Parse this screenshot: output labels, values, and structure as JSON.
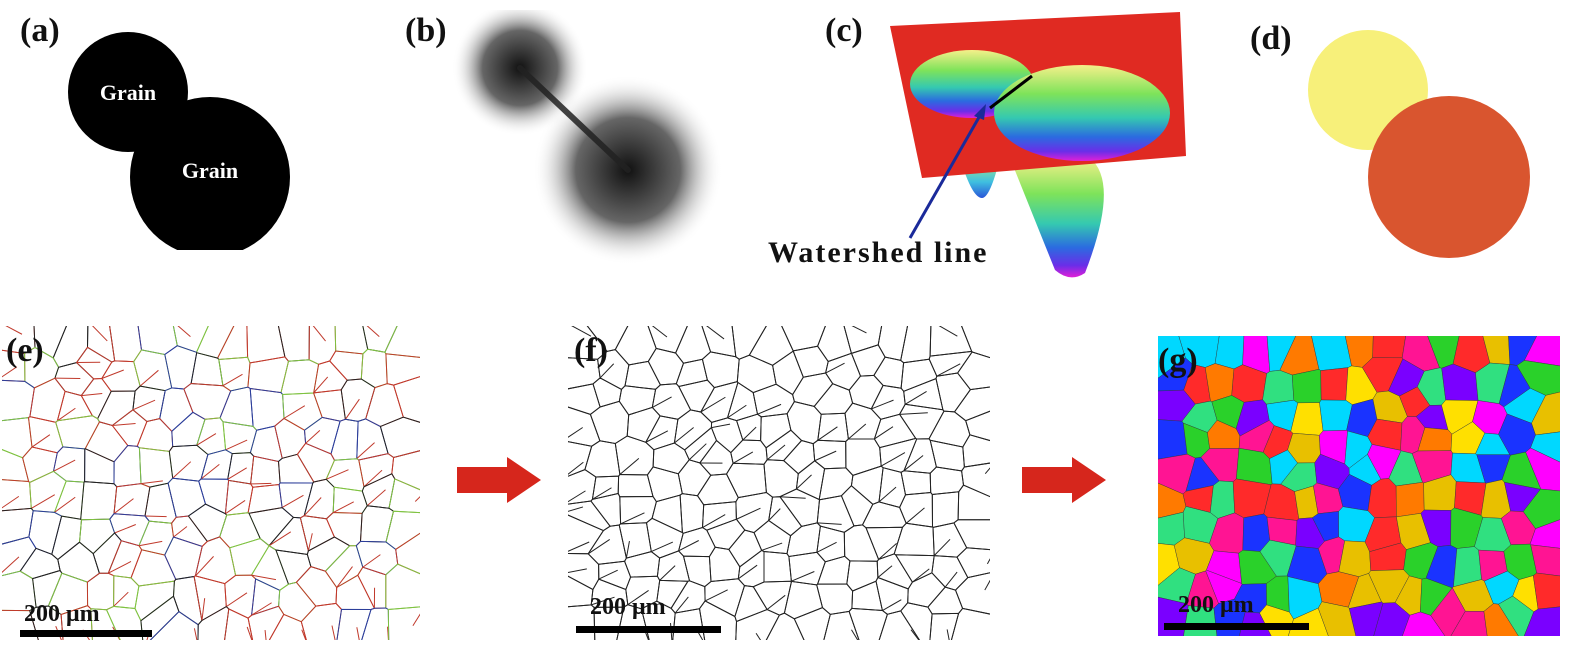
{
  "panels": {
    "a": {
      "label": "(a)",
      "grain1": "Grain",
      "grain2": "Grain"
    },
    "b": {
      "label": "(b)"
    },
    "c": {
      "label": "(c)",
      "annotation": "Watershed line"
    },
    "d": {
      "label": "(d)",
      "colors": {
        "small_grain": "#f7f07a",
        "large_grain": "#d9552f"
      }
    },
    "e": {
      "label": "(e)",
      "scale": "200 μm"
    },
    "f": {
      "label": "(f)",
      "scale": "200 μm"
    },
    "g": {
      "label": "(g)",
      "scale": "200 μm"
    }
  },
  "arrow_color": "#d6261c"
}
